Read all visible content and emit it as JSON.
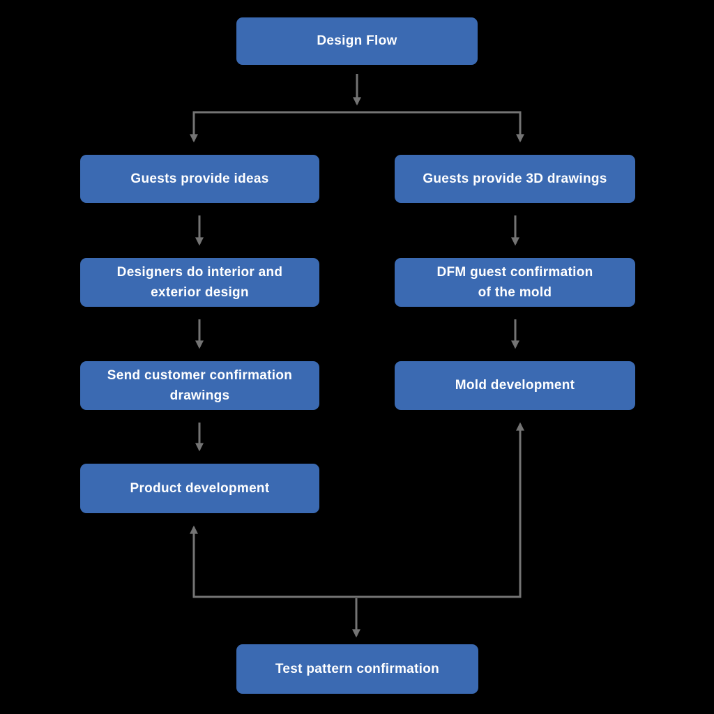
{
  "diagram": {
    "title": "Design Flow",
    "colors": {
      "node_fill": "#3B6AB2",
      "node_text": "#FFFFFF",
      "arrow": "#747474",
      "background": "#000000"
    },
    "nodes": {
      "design_flow": {
        "label": "Design Flow"
      },
      "guests_ideas": {
        "label": "Guests provide ideas"
      },
      "guests_3d": {
        "label": "Guests provide 3D drawings"
      },
      "designers": {
        "label": "Designers do interior and\nexterior design"
      },
      "dfm": {
        "label": "DFM guest confirmation\nof the mold"
      },
      "send_drawings": {
        "label": "Send customer confirmation\ndrawings"
      },
      "mold_dev": {
        "label": "Mold development"
      },
      "product_dev": {
        "label": "Product development"
      },
      "test_pattern": {
        "label": "Test pattern confirmation"
      }
    },
    "edges": [
      {
        "from": "design_flow",
        "to": "guests_ideas"
      },
      {
        "from": "design_flow",
        "to": "guests_3d"
      },
      {
        "from": "guests_ideas",
        "to": "designers"
      },
      {
        "from": "designers",
        "to": "send_drawings"
      },
      {
        "from": "send_drawings",
        "to": "product_dev"
      },
      {
        "from": "guests_3d",
        "to": "dfm"
      },
      {
        "from": "dfm",
        "to": "mold_dev"
      },
      {
        "from": "test_pattern",
        "to": "product_dev"
      },
      {
        "from": "test_pattern",
        "to": "mold_dev"
      }
    ]
  }
}
